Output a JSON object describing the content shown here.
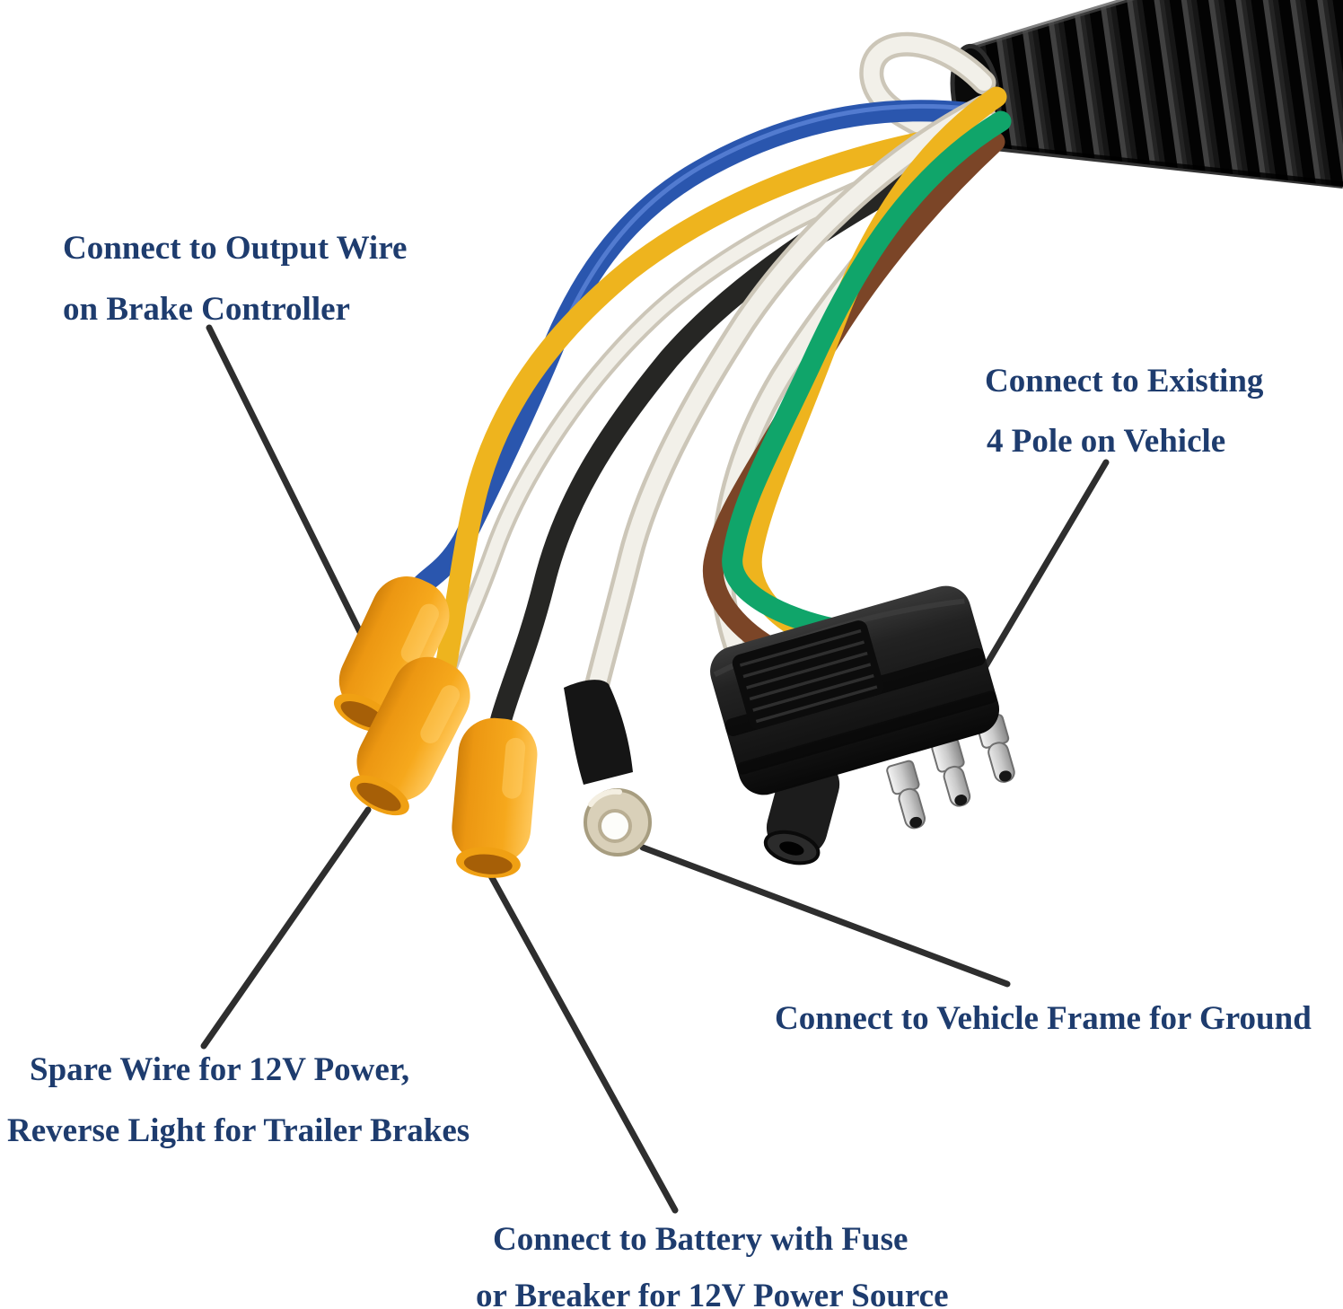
{
  "colors": {
    "background": "#ffffff",
    "label_text": "#1e3c6e",
    "leader_line": "#2e2e2e",
    "wire_blue": "#2a56ae",
    "wire_blue_hi": "#5c84d8",
    "wire_yellow": "#eeb41e",
    "wire_black": "#262624",
    "wire_white": "#f2f0e9",
    "wire_white_edge": "#ccc6b8",
    "wire_brown": "#7b4527",
    "wire_green": "#10a56a",
    "connector_yellow": "#f6a81c",
    "connector_opening": "#a65f07",
    "loom_black": "#141414",
    "plug_black": "#1b1b1b",
    "pin_silver": "#c9c9c9",
    "ring_metal": "#d9d0b9",
    "ring_metal_dark": "#a79d80",
    "sleeve_black": "#151515"
  },
  "annotations": [
    {
      "id": "brake-controller",
      "lines": [
        "Connect to Output Wire",
        "on Brake Controller"
      ]
    },
    {
      "id": "vehicle-4-pole",
      "lines": [
        "Connect to Existing",
        "4 Pole on Vehicle"
      ]
    },
    {
      "id": "ground",
      "lines": [
        "Connect to Vehicle Frame for Ground"
      ]
    },
    {
      "id": "spare-12v",
      "lines": [
        "Spare Wire for 12V Power,",
        "Reverse Light for Trailer Brakes"
      ]
    },
    {
      "id": "battery",
      "lines": [
        "Connect to Battery with Fuse",
        "or Breaker for 12V Power Source"
      ]
    }
  ],
  "diagram": {
    "product": "trailer wiring harness with 4-pole flat connector",
    "parts": [
      "corrugated-wire-loom",
      "butt-connector-blue-wire",
      "butt-connector-yellow-wire",
      "butt-connector-black-wire",
      "ring-terminal-white-wire",
      "4-pole-flat-connector"
    ],
    "wires": [
      {
        "color_name": "blue",
        "terminates_at": "butt-connector",
        "purpose": "output wire on brake controller"
      },
      {
        "color_name": "yellow",
        "terminates_at": "butt-connector",
        "purpose": "spare wire for 12V power / reverse light for trailer brakes"
      },
      {
        "color_name": "black",
        "terminates_at": "butt-connector",
        "purpose": "battery with fuse or breaker for 12V power source"
      },
      {
        "color_name": "white",
        "terminates_at": "ring-terminal",
        "purpose": "vehicle frame ground"
      },
      {
        "color_name": "white",
        "terminates_at": "4-pole-flat-connector",
        "purpose": "existing 4 pole on vehicle"
      },
      {
        "color_name": "brown",
        "terminates_at": "4-pole-flat-connector",
        "purpose": "existing 4 pole on vehicle"
      },
      {
        "color_name": "green",
        "terminates_at": "4-pole-flat-connector",
        "purpose": "existing 4 pole on vehicle"
      },
      {
        "color_name": "yellow",
        "terminates_at": "4-pole-flat-connector",
        "purpose": "existing 4 pole on vehicle"
      }
    ]
  }
}
